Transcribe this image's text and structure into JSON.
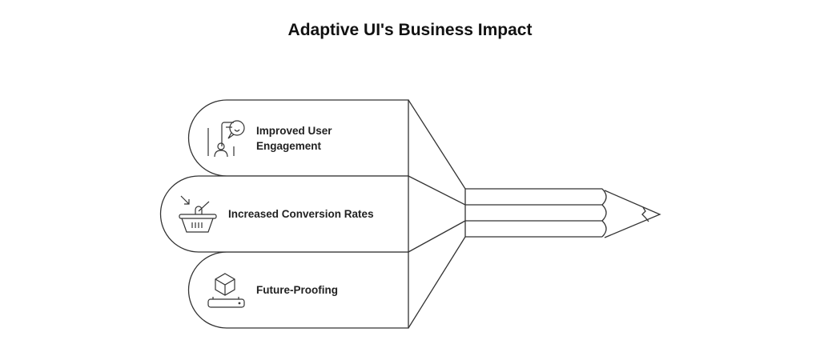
{
  "title": "Adaptive UI's Business Impact",
  "items": [
    {
      "label_line1": "Improved User",
      "label_line2": "Engagement",
      "icon": "user-engagement-icon"
    },
    {
      "label": "Increased Conversion Rates",
      "icon": "shopping-basket-icon"
    },
    {
      "label": "Future-Proofing",
      "icon": "cube-on-platform-icon"
    }
  ],
  "colors": {
    "stroke": "#333333",
    "text": "#222222"
  }
}
